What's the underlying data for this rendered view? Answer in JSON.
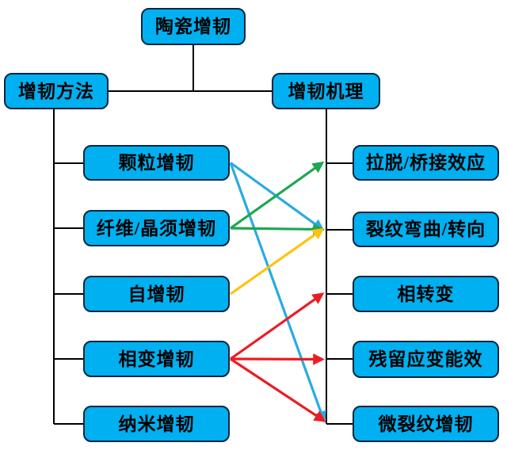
{
  "colors": {
    "node_fill": "#00B0F0",
    "node_border": "#0A2740",
    "connector": "#000000",
    "cyan": "#29ABE2",
    "green": "#1DA750",
    "yellow": "#FFC20E",
    "red": "#EC1C24"
  },
  "diagram": {
    "nodes": [
      {
        "id": "root",
        "label": "陶瓷增韧"
      },
      {
        "id": "methods",
        "label": "增韧方法"
      },
      {
        "id": "mechanisms",
        "label": "增韧机理"
      },
      {
        "id": "m1",
        "label": "颗粒增韧"
      },
      {
        "id": "m2",
        "label": "纤维/晶须增韧"
      },
      {
        "id": "m3",
        "label": "自增韧"
      },
      {
        "id": "m4",
        "label": "相变增韧"
      },
      {
        "id": "m5",
        "label": "纳米增韧"
      },
      {
        "id": "r1",
        "label": "拉脱/桥接效应"
      },
      {
        "id": "r2",
        "label": "裂纹弯曲/转向"
      },
      {
        "id": "r3",
        "label": "相转变"
      },
      {
        "id": "r4",
        "label": "残留应变能效"
      },
      {
        "id": "r5",
        "label": "微裂纹增韧"
      }
    ],
    "edges": [
      {
        "from": "m1",
        "to": "r2",
        "color": "cyan"
      },
      {
        "from": "m1",
        "to": "r5",
        "color": "cyan"
      },
      {
        "from": "m2",
        "to": "r1",
        "color": "green"
      },
      {
        "from": "m2",
        "to": "r2",
        "color": "green"
      },
      {
        "from": "m3",
        "to": "r2",
        "color": "yellow"
      },
      {
        "from": "m4",
        "to": "r3",
        "color": "red"
      },
      {
        "from": "m4",
        "to": "r4",
        "color": "red"
      },
      {
        "from": "m4",
        "to": "r5",
        "color": "red"
      }
    ]
  }
}
